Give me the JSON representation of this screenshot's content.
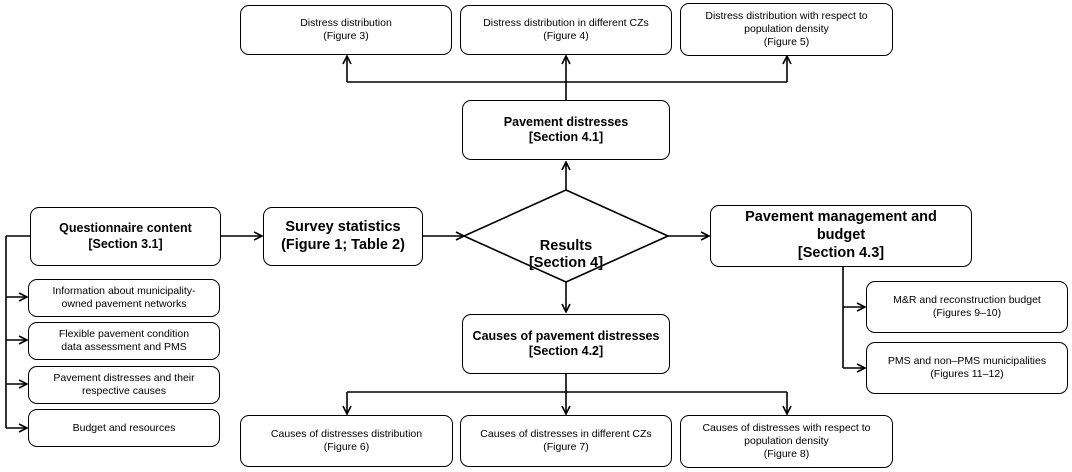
{
  "top_boxes": [
    {
      "title": "Distress distribution",
      "ref": "(Figure 3)"
    },
    {
      "title": "Distress distribution in different CZs",
      "ref": "(Figure 4)"
    },
    {
      "title": "Distress distribution with respect to\npopulation density",
      "ref": "(Figure 5)"
    }
  ],
  "pavement_distresses": {
    "title": "Pavement distresses",
    "ref": "[Section 4.1]"
  },
  "questionnaire": {
    "title": "Questionnaire content",
    "ref": "[Section 3.1]"
  },
  "survey_statistics": {
    "title": "Survey statistics",
    "ref": "(Figure 1; Table 2)"
  },
  "results": {
    "title": "Results",
    "ref": "[Section 4]"
  },
  "pavement_management": {
    "title": "Pavement management and\nbudget",
    "ref": "[Section 4.3]"
  },
  "questionnaire_items": [
    "Information about municipality-\nowned pavement networks",
    "Flexible pavement condition\ndata assessment and PMS",
    "Pavement distresses and their\nrespective causes",
    "Budget and resources"
  ],
  "management_items": [
    {
      "title": "M&R and reconstruction budget",
      "ref": "(Figures 9–10)"
    },
    {
      "title": "PMS and non–PMS municipalities",
      "ref": "(Figures 11–12)"
    }
  ],
  "causes": {
    "title": "Causes of pavement distresses",
    "ref": "[Section 4.2]"
  },
  "bottom_boxes": [
    {
      "title": "Causes of distresses distribution",
      "ref": "(Figure 6)"
    },
    {
      "title": "Causes of distresses in different CZs",
      "ref": "(Figure 7)"
    },
    {
      "title": "Causes of distresses with respect to\npopulation density",
      "ref": "(Figure 8)"
    }
  ]
}
